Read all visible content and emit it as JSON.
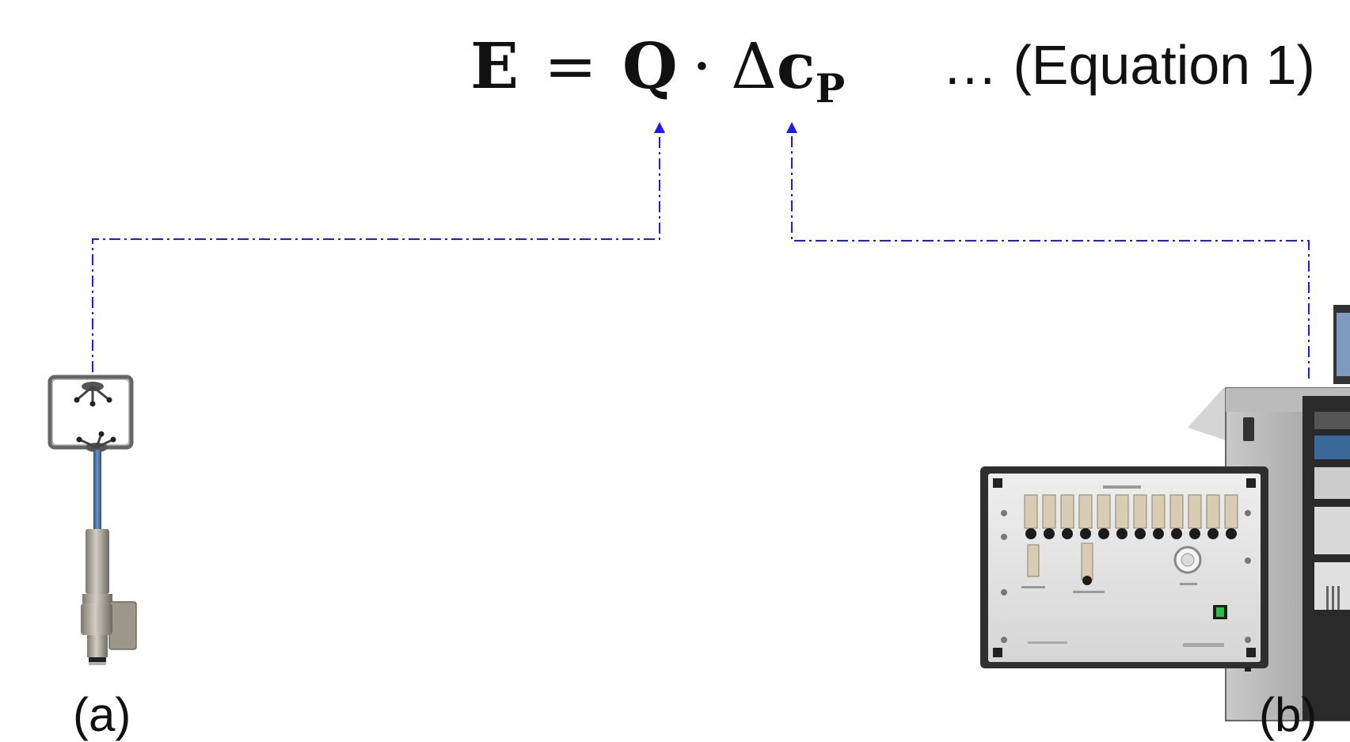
{
  "equation": {
    "lhs": "E",
    "equals": "=",
    "flow": "Q",
    "times": "·",
    "delta": "Δ",
    "conc": "c",
    "conc_sub": "P",
    "reference": "… (Equation 1)"
  },
  "labels": {
    "a": "(a)",
    "b": "(b)"
  },
  "colors": {
    "connector": "#1a1aff",
    "text": "#111111"
  },
  "icons": {
    "left_device": "ultrasonic-anemometer-icon",
    "right_device": "gas-analyzer-instrument-icon"
  }
}
